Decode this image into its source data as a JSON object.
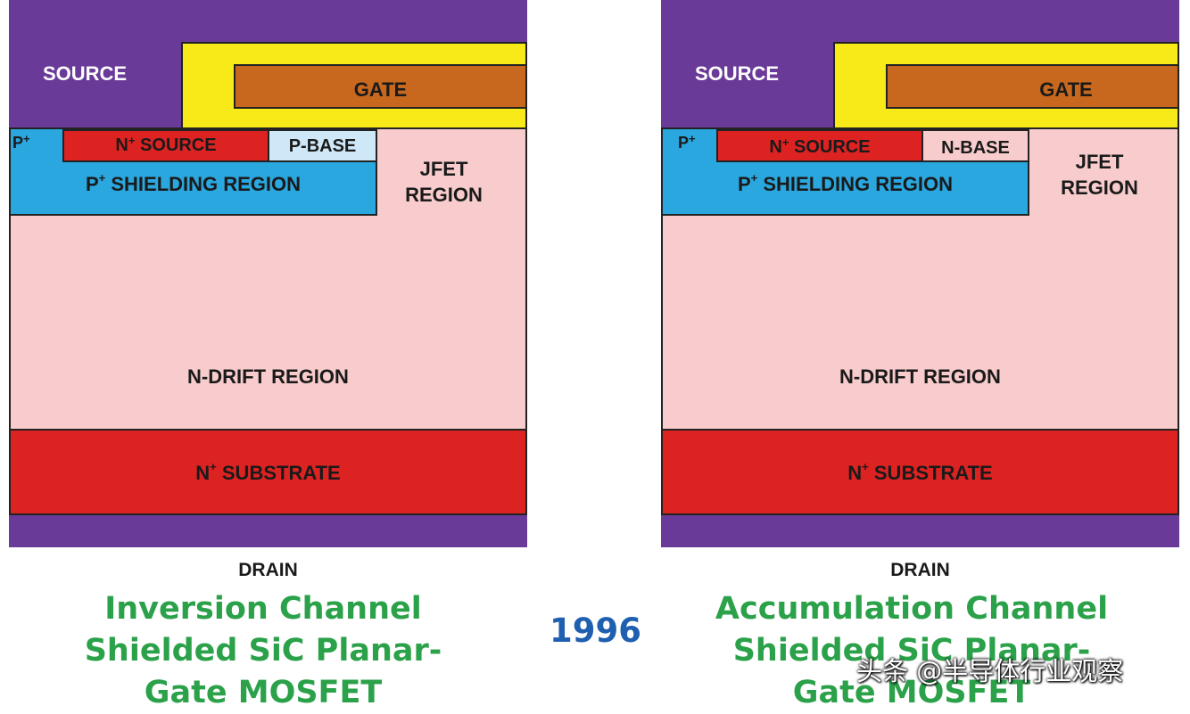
{
  "year": "1996",
  "watermark": "头条 @半导体行业观察",
  "colors": {
    "metal": "#6a3a98",
    "oxide": "#f7ea18",
    "gate": "#c8681f",
    "drift": "#f8cccc",
    "substrate": "#dd2222",
    "shield": "#2aa7df",
    "title_green": "#2ba14a",
    "year_blue": "#1f5fb0"
  },
  "left": {
    "source": "SOURCE",
    "gate": "GATE",
    "p_plus": "P",
    "n_source": "N",
    "n_source_suffix": " SOURCE",
    "base": "P-BASE",
    "shield_prefix": "P",
    "shield": " SHIELDING REGION",
    "jfet_1": "JFET",
    "jfet_2": "REGION",
    "drift": "N-DRIFT REGION",
    "substrate_prefix": "N",
    "substrate": " SUBSTRATE",
    "drain": "DRAIN",
    "title_lines": [
      "Inversion Channel",
      "Shielded SiC Planar-",
      "Gate MOSFET"
    ]
  },
  "right": {
    "source": "SOURCE",
    "gate": "GATE",
    "p_plus": "P",
    "n_source": "N",
    "n_source_suffix": " SOURCE",
    "base": "N-BASE",
    "shield_prefix": "P",
    "shield": " SHIELDING REGION",
    "jfet_1": "JFET",
    "jfet_2": "REGION",
    "drift": "N-DRIFT REGION",
    "substrate_prefix": "N",
    "substrate": " SUBSTRATE",
    "drain": "DRAIN",
    "title_lines": [
      "Accumulation Channel",
      "Shielded SiC Planar-",
      "Gate MOSFET"
    ]
  },
  "plus": "+"
}
